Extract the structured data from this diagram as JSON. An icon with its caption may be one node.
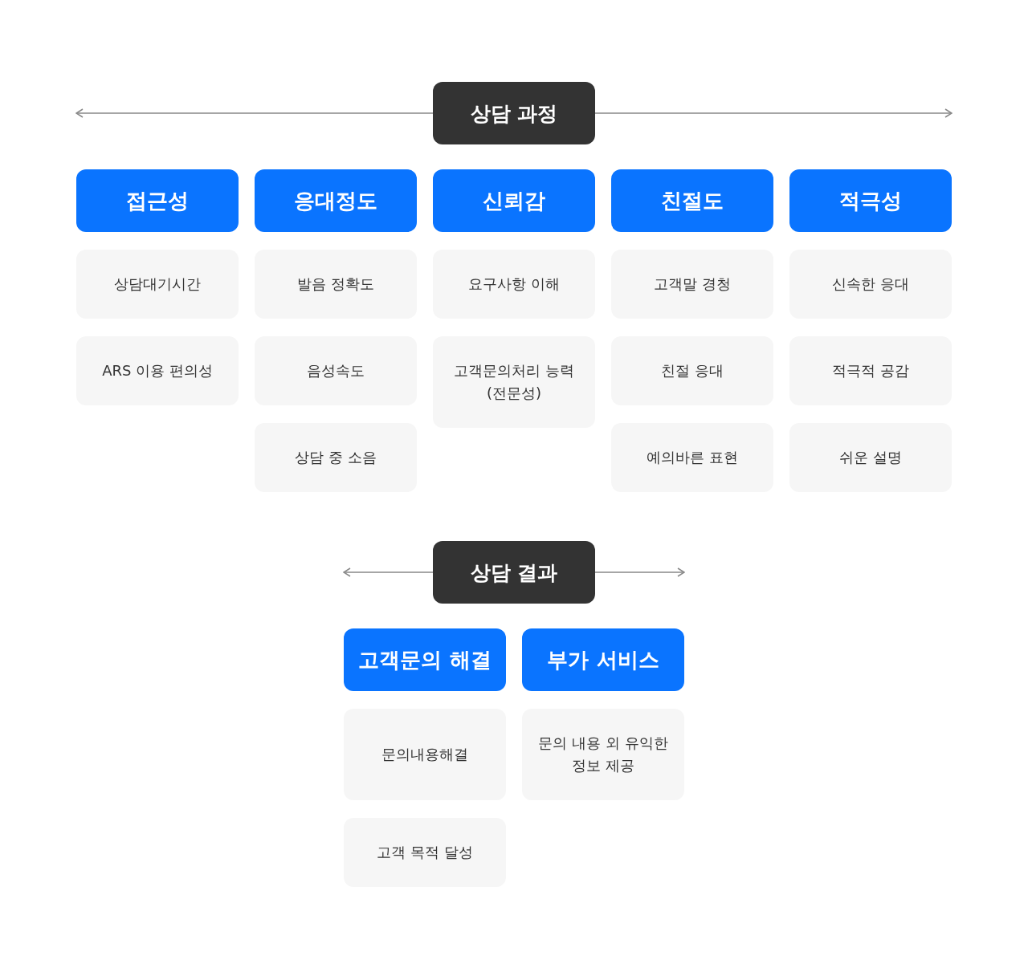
{
  "diagram": {
    "nodes": [
      {
        "text": [
          "상담 과정"
        ]
      },
      {
        "text": [
          "접근성"
        ]
      },
      {
        "text": [
          "응대정도"
        ]
      },
      {
        "text": [
          "신뢰감"
        ]
      },
      {
        "text": [
          "친절도"
        ]
      },
      {
        "text": [
          "적극성"
        ]
      },
      {
        "text": [
          "상담대기시간"
        ]
      },
      {
        "text": [
          "발음 정확도"
        ]
      },
      {
        "text": [
          "요구사항 이해"
        ]
      },
      {
        "text": [
          "고객말 경청"
        ]
      },
      {
        "text": [
          "신속한 응대"
        ]
      },
      {
        "text": [
          "ARS 이용 편의성"
        ]
      },
      {
        "text": [
          "음성속도"
        ]
      },
      {
        "text": [
          "고객문의처리 능력 (전문성)"
        ]
      },
      {
        "text": [
          "친절 응대"
        ]
      },
      {
        "text": [
          "적극적 공감"
        ]
      },
      {
        "text": [
          "상담 중 소음"
        ]
      },
      {
        "text": [
          "예의바른 표현"
        ]
      },
      {
        "text": [
          "쉬운 설명"
        ]
      },
      {
        "text": [
          "상담 결과"
        ]
      },
      {
        "text": [
          "고객문의 해결"
        ]
      },
      {
        "text": [
          "부가 서비스"
        ]
      },
      {
        "text": [
          "문의내용해결"
        ]
      },
      {
        "text": [
          "문의 내용 외 유익한 정보 제공"
        ]
      },
      {
        "text": [
          "고객 목적 달성"
        ]
      }
    ],
    "edges": [
      {
        "from": 0,
        "to": null,
        "arrow": "to"
      },
      {
        "from": 0,
        "to": null,
        "arrow": "to"
      },
      {
        "from": 19,
        "to": null,
        "arrow": "to"
      },
      {
        "from": 19,
        "to": null,
        "arrow": "to"
      }
    ]
  }
}
